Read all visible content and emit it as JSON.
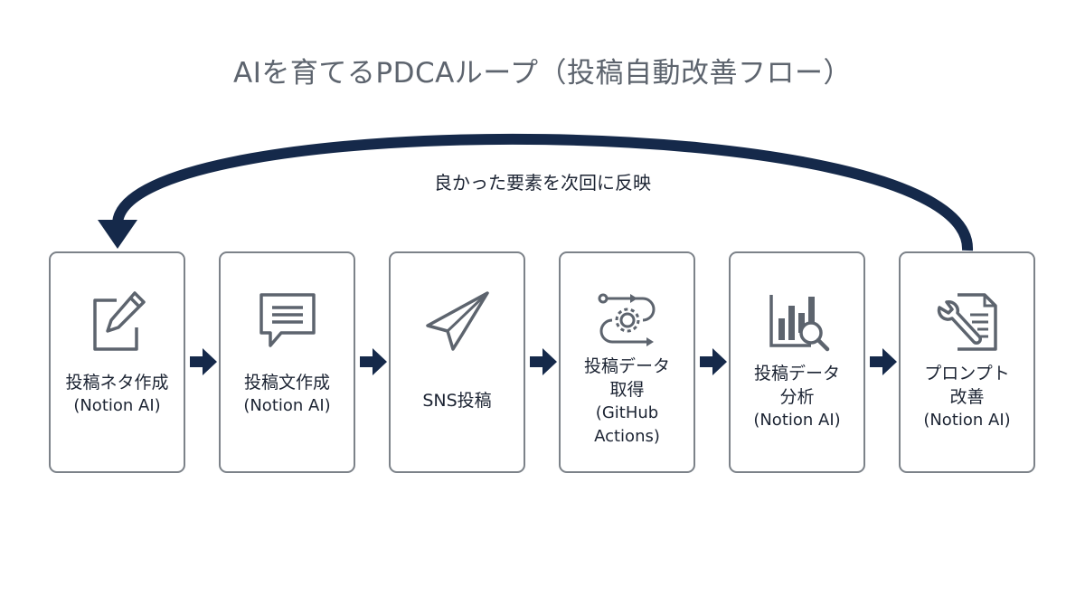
{
  "title": "AIを育てるPDCAループ（投稿自動改善フロー）",
  "feedback": {
    "label": "良かった要素を次回に反映"
  },
  "colors": {
    "arrow": "#15294a",
    "box_border": "#7c8289",
    "icon": "#5d646e",
    "title": "#5d646e"
  },
  "steps": [
    {
      "icon": "edit-pencil-icon",
      "line1": "投稿ネタ作成",
      "line2": "(Notion AI)"
    },
    {
      "icon": "chat-bubble-icon",
      "line1": "投稿文作成",
      "line2": "(Notion AI)"
    },
    {
      "icon": "paper-plane-icon",
      "line1": "SNS投稿"
    },
    {
      "icon": "workflow-gear-icon",
      "line1": "投稿データ",
      "line2": "取得",
      "line3": "(GitHub",
      "line4": "Actions)"
    },
    {
      "icon": "chart-magnifier-icon",
      "line1": "投稿データ",
      "line2": "分析",
      "line3": "(Notion AI)"
    },
    {
      "icon": "document-wrench-icon",
      "line1": "プロンプト",
      "line2": "改善",
      "line3": "(Notion AI)"
    }
  ]
}
